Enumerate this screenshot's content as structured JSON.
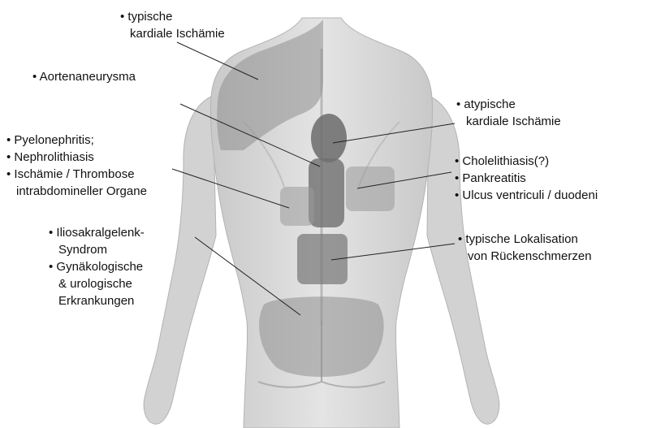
{
  "labels": {
    "typical_cardiac": [
      "• typische",
      "kardiale Ischämie"
    ],
    "aortic_aneurysm": [
      "• Aortenaneurysma"
    ],
    "renal": [
      "• Pyelonephritis;",
      "• Nephrolithiasis",
      "• Ischämie / Thrombose",
      "intrabdomineller Organe"
    ],
    "si_joint": [
      "• Iliosakralgelenk-",
      "Syndrom",
      "• Gynäkologische",
      "& urologische",
      "Erkrankungen"
    ],
    "atypical_cardiac": [
      "• atypische",
      "kardiale Ischämie"
    ],
    "biliary": [
      "• Cholelithiasis(?)",
      "• Pankreatitis",
      "• Ulcus ventriculi / duodeni"
    ],
    "back_pain": [
      "• typische Lokalisation",
      "von Rückenschmerzen"
    ]
  },
  "colors": {
    "skin": "#d9d9d9",
    "skin_shadow": "#bdbdbd",
    "region_fill": "#8f8f8f",
    "region_dark": "#6b6b6b",
    "leader": "#222222"
  }
}
